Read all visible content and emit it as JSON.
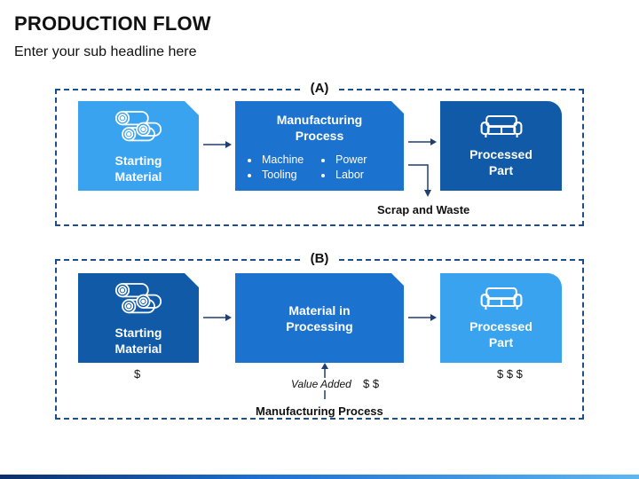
{
  "title": "PRODUCTION FLOW",
  "subtitle": "Enter your sub headline here",
  "colors": {
    "light_blue": "#3aa3ef",
    "mid_blue": "#1c73cf",
    "dark_blue": "#105aa8",
    "border": "#1f4e8c"
  },
  "panel_a": {
    "label": "(A)",
    "start": {
      "label_line1": "Starting",
      "label_line2": "Material",
      "icon": "wood-logs-icon"
    },
    "mfg": {
      "label_line1": "Manufacturing",
      "label_line2": "Process",
      "bullets": [
        "Machine",
        "Power",
        "Tooling",
        "Labor"
      ]
    },
    "part": {
      "label_line1": "Processed",
      "label_line2": "Part",
      "icon": "sofa-icon"
    },
    "scrap": "Scrap and Waste"
  },
  "panel_b": {
    "label": "(B)",
    "start": {
      "label_line1": "Starting",
      "label_line2": "Material",
      "icon": "wood-logs-icon",
      "cost": "$"
    },
    "mid": {
      "label_line1": "Material in",
      "label_line2": "Processing",
      "value_added": "Value Added",
      "cost": "$ $"
    },
    "part": {
      "label_line1": "Processed",
      "label_line2": "Part",
      "icon": "sofa-icon",
      "cost": "$ $ $"
    },
    "footer": "Manufacturing Process"
  }
}
